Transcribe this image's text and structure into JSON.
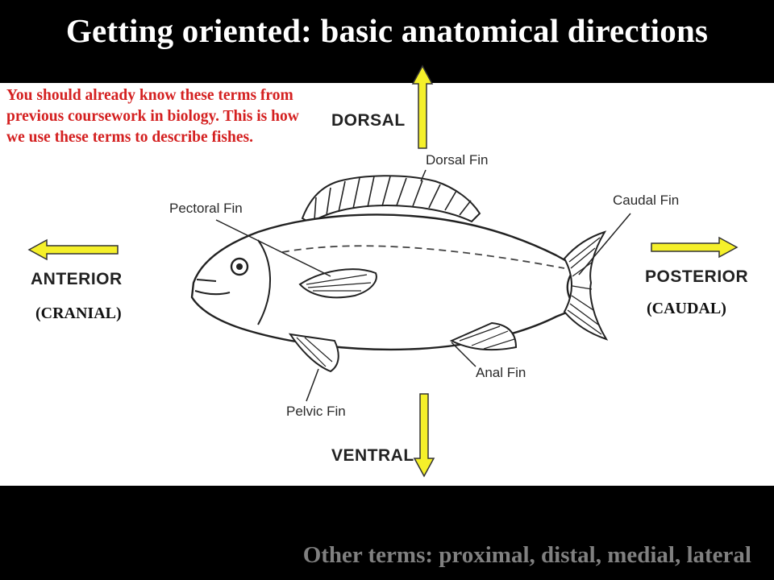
{
  "title": "Getting oriented: basic anatomical directions",
  "note": "You should already know these terms from previous coursework in biology.  This is how we use these terms to describe fishes.",
  "directions": {
    "dorsal": "DORSAL",
    "ventral": "VENTRAL",
    "anterior": "ANTERIOR",
    "posterior": "POSTERIOR",
    "cranial": "(CRANIAL)",
    "caudal": "(CAUDAL)"
  },
  "parts": {
    "dorsal_fin": "Dorsal Fin",
    "caudal_fin": "Caudal Fin",
    "pectoral_fin": "Pectoral Fin",
    "anal_fin": "Anal Fin",
    "pelvic_fin": "Pelvic Fin"
  },
  "footer": "Other terms: proximal, distal, medial, lateral",
  "colors": {
    "arrow_fill": "#f5f02a",
    "note_text": "#d42020",
    "footer_text": "#808080"
  }
}
